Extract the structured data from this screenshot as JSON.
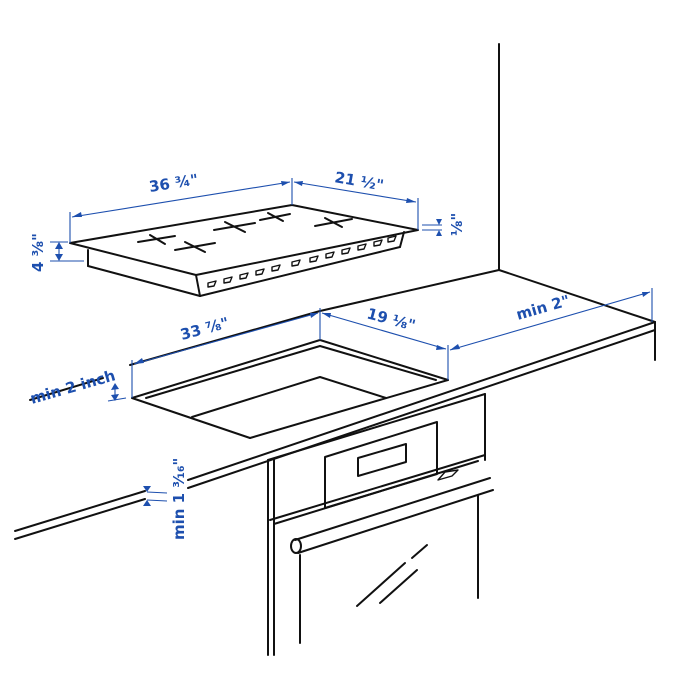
{
  "diagram": {
    "type": "installation-dimension-drawing",
    "subject": "built-in cooktop over built-in oven in countertop",
    "accent_color": "#1d4fae",
    "line_color": "#111111"
  },
  "dimensions": {
    "cooktop_width": "36 ¾\"",
    "cooktop_depth": "21 ½\"",
    "cooktop_height": "4 ⅜\"",
    "cooktop_glass_thickness": "⅛\"",
    "cutout_width": "33 ⅞\"",
    "cutout_depth": "19 ⅛\"",
    "min_front_clearance": "min 2 inch",
    "min_rear_clearance": "min 2\"",
    "min_countertop_thickness": "min 1 ³⁄₁₆\""
  },
  "components": {
    "cooktop": {
      "burners": 4,
      "label": "cooktop"
    },
    "countertop": {
      "label": "countertop"
    },
    "cutout": {
      "label": "countertop cutout"
    },
    "oven": {
      "label": "built-in oven",
      "has_display": true,
      "has_handle": true
    },
    "wall": {
      "label": "wall corner"
    }
  }
}
